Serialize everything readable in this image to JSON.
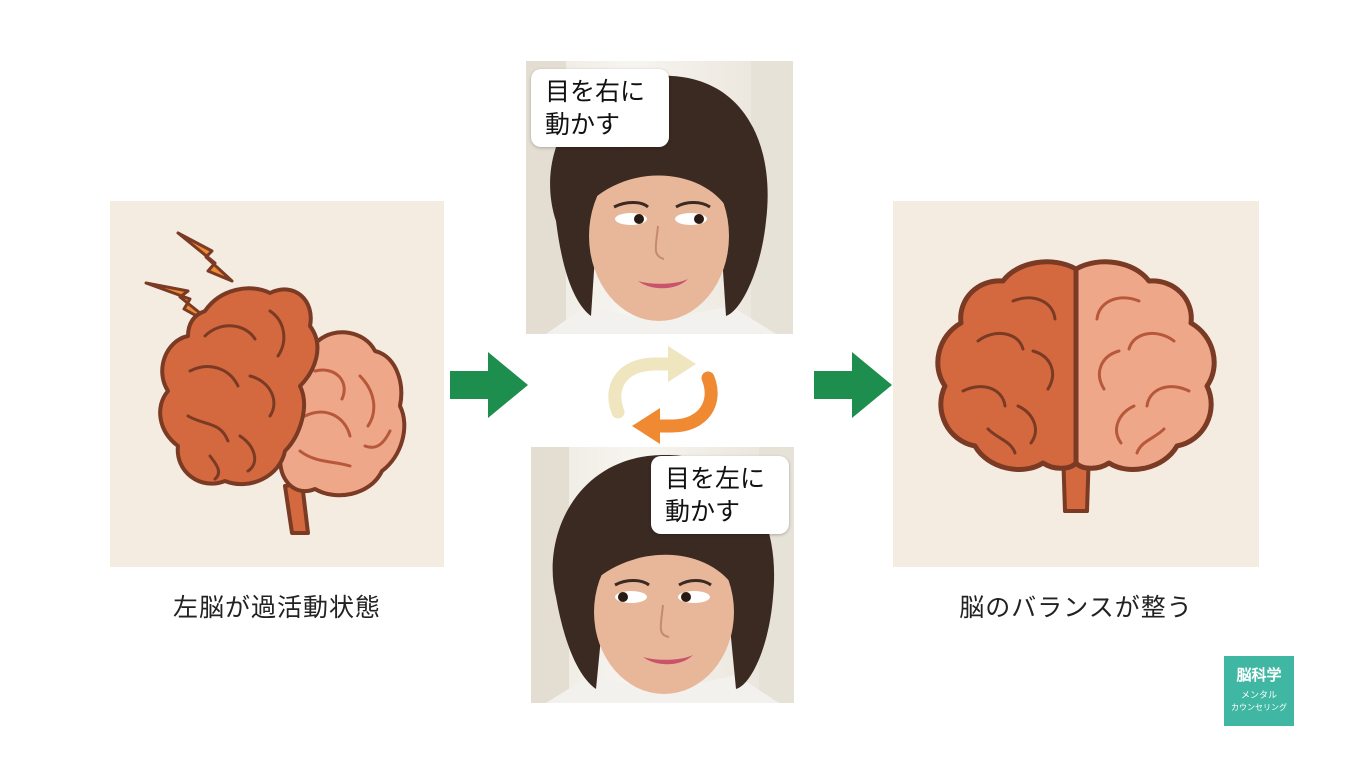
{
  "left": {
    "caption": "左脳が過活動状態"
  },
  "right": {
    "caption": "脳のバランスが整う"
  },
  "top_photo": {
    "bubble_line1": "目を右に",
    "bubble_line2": "動かす"
  },
  "bottom_photo": {
    "bubble_line1": "目を左に",
    "bubble_line2": "動かす"
  },
  "logo": {
    "line1": "脳科学",
    "line2": "メンタル",
    "line3": "カウンセリング"
  },
  "colors": {
    "panel_bg": "#f4ece1",
    "brain_dark": "#d4693f",
    "brain_light": "#eea789",
    "outline": "#7a3a24",
    "arrow_green": "#1e8e4e",
    "cycle_cream": "#efe5bf",
    "cycle_orange": "#ef8a32",
    "logo_teal": "#3fb7a3"
  },
  "icons": [
    "lightning-icon",
    "arrow-right-icon",
    "cycle-arrows-icon",
    "brain-icon"
  ]
}
